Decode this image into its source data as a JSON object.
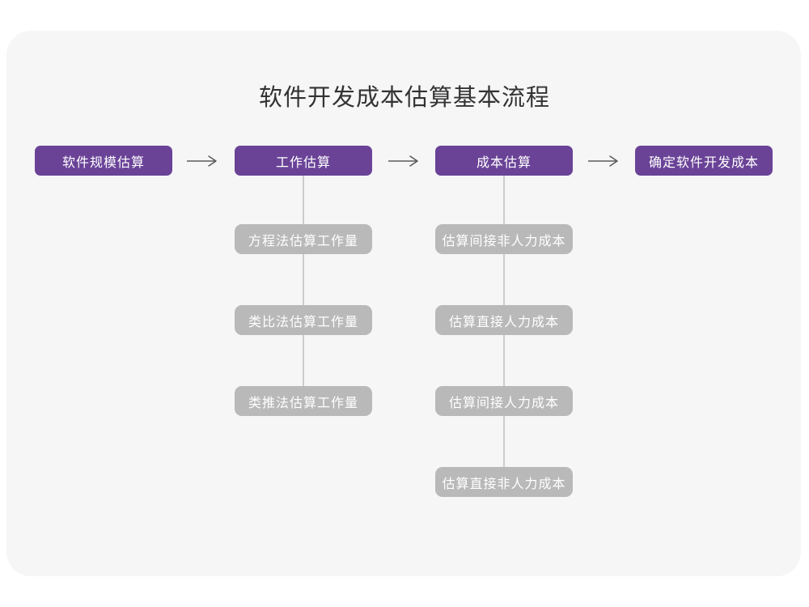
{
  "title": "软件开发成本估算基本流程",
  "colors": {
    "page_bg": "#ffffff",
    "card_bg": "#f6f6f6",
    "primary_purple": "#6a4397",
    "secondary_gray": "#b9b9b9",
    "connector": "#cccccc",
    "arrow": "#5a5a5a",
    "title_color": "#333333",
    "node_text": "#ffffff"
  },
  "flow": {
    "nodes": [
      {
        "label": "软件规模估算"
      },
      {
        "label": "工作估算"
      },
      {
        "label": "成本估算"
      },
      {
        "label": "确定软件开发成本"
      }
    ]
  },
  "columns": [
    {
      "parent": "工作估算",
      "items": [
        "方程法估算工作量",
        "类比法估算工作量",
        "类推法估算工作量"
      ]
    },
    {
      "parent": "成本估算",
      "items": [
        "估算间接非人力成本",
        "估算直接人力成本",
        "估算间接人力成本",
        "估算直接非人力成本"
      ]
    }
  ]
}
